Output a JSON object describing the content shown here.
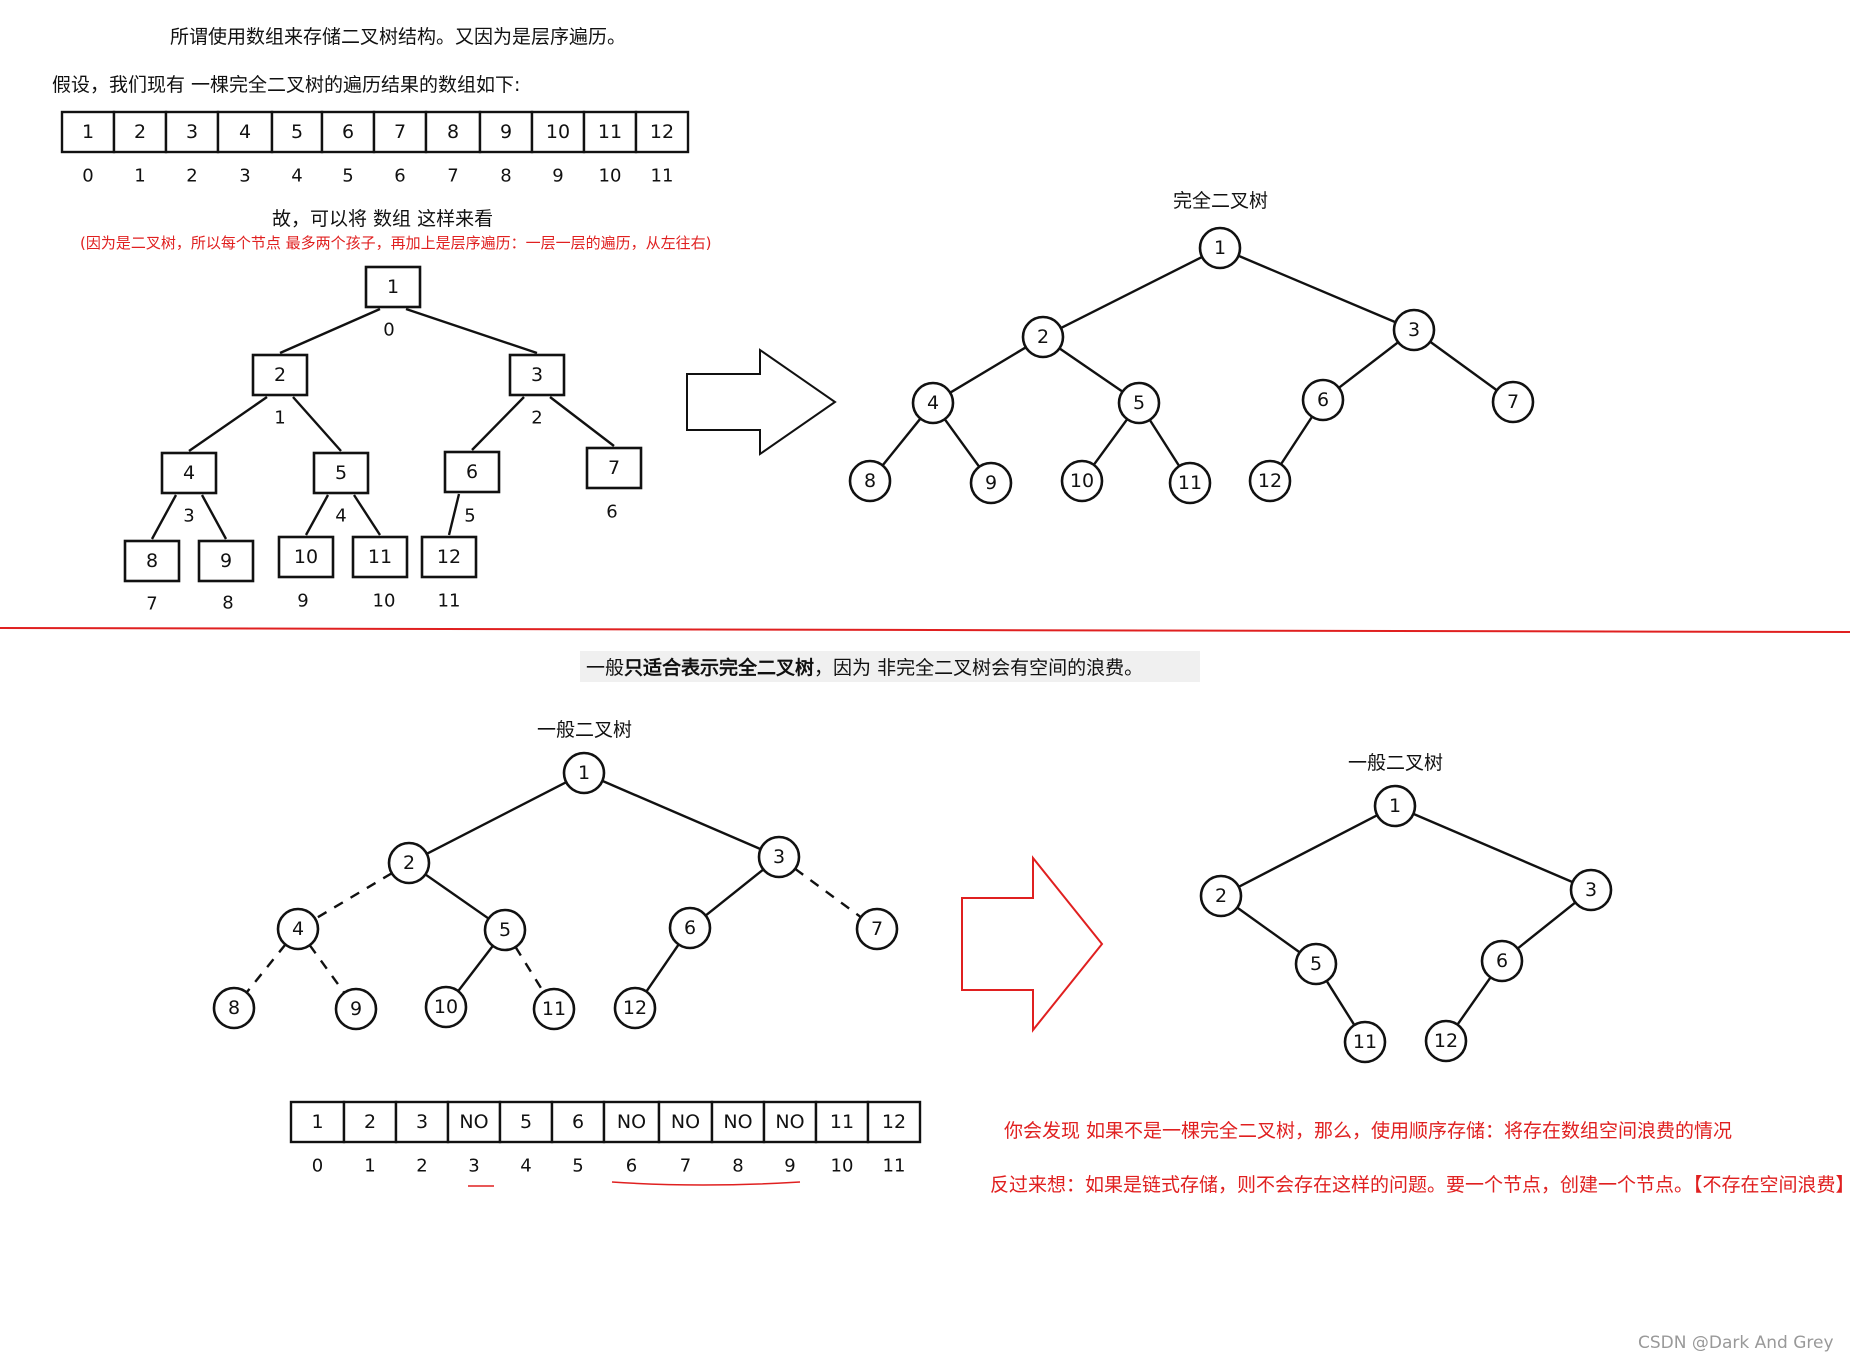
{
  "header": {
    "line1": "所谓使用数组来存储二叉树结构。又因为是层序遍历。",
    "line2": "假设，我们现有 一棵完全二叉树的遍历结果的数组如下:"
  },
  "array_top": {
    "values": [
      "1",
      "2",
      "3",
      "4",
      "5",
      "6",
      "7",
      "8",
      "9",
      "10",
      "11",
      "12"
    ],
    "indices": [
      "0",
      "1",
      "2",
      "3",
      "4",
      "5",
      "6",
      "7",
      "8",
      "9",
      "10",
      "11"
    ]
  },
  "view_caption": "故，可以将 数组 这样来看",
  "view_note": "(因为是二叉树，所以每个节点 最多两个孩子，再加上是层序遍历：一层一层的遍历，从左往右)",
  "box_tree": {
    "nodes": [
      {
        "v": "1",
        "i": "0"
      },
      {
        "v": "2",
        "i": "1"
      },
      {
        "v": "3",
        "i": "2"
      },
      {
        "v": "4",
        "i": "3"
      },
      {
        "v": "5",
        "i": "4"
      },
      {
        "v": "6",
        "i": "5"
      },
      {
        "v": "7",
        "i": "6"
      },
      {
        "v": "8",
        "i": "7"
      },
      {
        "v": "9",
        "i": "8"
      },
      {
        "v": "10",
        "i": "9"
      },
      {
        "v": "11",
        "i": "10"
      },
      {
        "v": "12",
        "i": "11"
      }
    ]
  },
  "complete_tree": {
    "title": "完全二叉树",
    "nodes": [
      "1",
      "2",
      "3",
      "4",
      "5",
      "6",
      "7",
      "8",
      "9",
      "10",
      "11",
      "12"
    ]
  },
  "divider_note": {
    "prefix": "一般",
    "bold": "只适合表示完全二叉树",
    "suffix": "，因为 非完全二叉树会有空间的浪费。"
  },
  "general_tree_left": {
    "title": "一般二叉树",
    "nodes": [
      "1",
      "2",
      "3",
      "4",
      "5",
      "6",
      "7",
      "8",
      "9",
      "10",
      "11",
      "12"
    ]
  },
  "general_tree_right": {
    "title": "一般二叉树",
    "nodes": [
      "1",
      "2",
      "3",
      "5",
      "6",
      "11",
      "12"
    ]
  },
  "array_bottom": {
    "values": [
      "1",
      "2",
      "3",
      "NO",
      "5",
      "6",
      "NO",
      "NO",
      "NO",
      "NO",
      "11",
      "12"
    ],
    "indices": [
      "0",
      "1",
      "2",
      "3",
      "4",
      "5",
      "6",
      "7",
      "8",
      "9",
      "10",
      "11"
    ]
  },
  "notes": {
    "waste": "你会发现 如果不是一棵完全二叉树，那么，使用顺序存储：将存在数组空间浪费的情况",
    "linked": "反过来想：如果是链式存储，则不会存在这样的问题。要一个节点，创建一个节点。【不存在空间浪费】"
  },
  "watermark": "CSDN @Dark And Grey",
  "colors": {
    "red": "#e02020",
    "line": "#111111",
    "highlight_bg": "#f0f0f0"
  }
}
